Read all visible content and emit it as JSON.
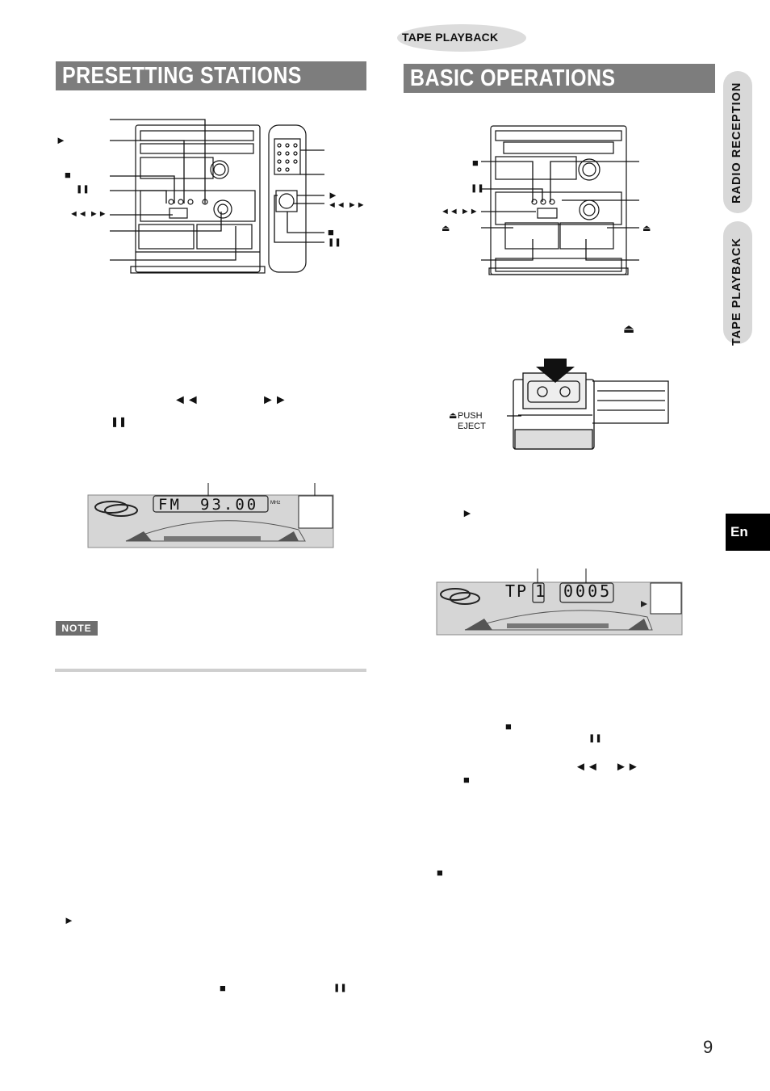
{
  "header": {
    "section_tag": "TAPE PLAYBACK"
  },
  "left_section": {
    "title": "PRESETTING STATIONS"
  },
  "right_section": {
    "title": "BASIC OPERATIONS"
  },
  "side_tabs": {
    "radio": "RADIO RECEPTION",
    "tape": "TAPE PLAYBACK",
    "language": "En"
  },
  "note_label": "NOTE",
  "page_number": "9",
  "display_left": {
    "band": "FM",
    "frequency": "93.00",
    "unit": "MHz"
  },
  "display_right": {
    "deck": "TP",
    "deck_number": "1",
    "counter": "0005"
  },
  "cassette_label": {
    "line1": "PUSH",
    "line2": "EJECT"
  },
  "symbols": {
    "play": "►",
    "stop": "■",
    "pause": "❚❚",
    "rew_ff": "◄◄ ►►",
    "rew": "◄◄",
    "ff": "►►",
    "eject": "⏏"
  }
}
